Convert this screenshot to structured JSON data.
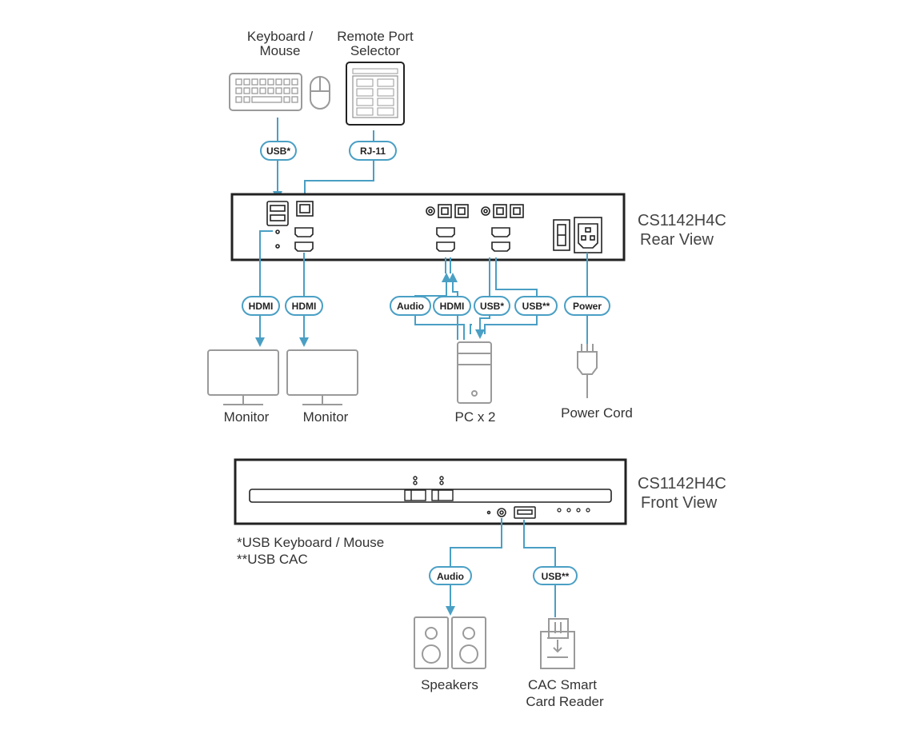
{
  "devices": {
    "keyboard_mouse": {
      "label_line1": "Keyboard /",
      "label_line2": "Mouse",
      "icon": "keyboard-mouse-icon"
    },
    "remote_port_selector": {
      "label_line1": "Remote Port",
      "label_line2": "Selector",
      "icon": "remote-selector-icon"
    },
    "monitor_1": {
      "label": "Monitor",
      "icon": "monitor-icon"
    },
    "monitor_2": {
      "label": "Monitor",
      "icon": "monitor-icon"
    },
    "pc": {
      "label": "PC x 2",
      "icon": "pc-tower-icon"
    },
    "power_cord": {
      "label": "Power Cord",
      "icon": "power-plug-icon"
    },
    "speakers": {
      "label": "Speakers",
      "icon": "speakers-icon"
    },
    "cac_reader": {
      "label_line1": "CAC Smart",
      "label_line2": "Card Reader",
      "icon": "card-reader-icon"
    }
  },
  "units": {
    "rear": {
      "model": "CS1142H4C",
      "view": "Rear View"
    },
    "front": {
      "model": "CS1142H4C",
      "view": "Front View"
    }
  },
  "connections": {
    "usb_kbm": "USB*",
    "rj11": "RJ-11",
    "hdmi_out_1": "HDMI",
    "hdmi_out_2": "HDMI",
    "audio_pc": "Audio",
    "hdmi_pc": "HDMI",
    "usb_pc": "USB*",
    "usb_cac_pc": "USB**",
    "power": "Power",
    "audio_front": "Audio",
    "usb_front": "USB**"
  },
  "footnotes": {
    "note1": "*USB Keyboard / Mouse",
    "note2": "**USB CAC"
  },
  "colors": {
    "connection": "#4a9fc4",
    "device_outline": "#9a9a9a",
    "unit_outline": "#222222"
  }
}
